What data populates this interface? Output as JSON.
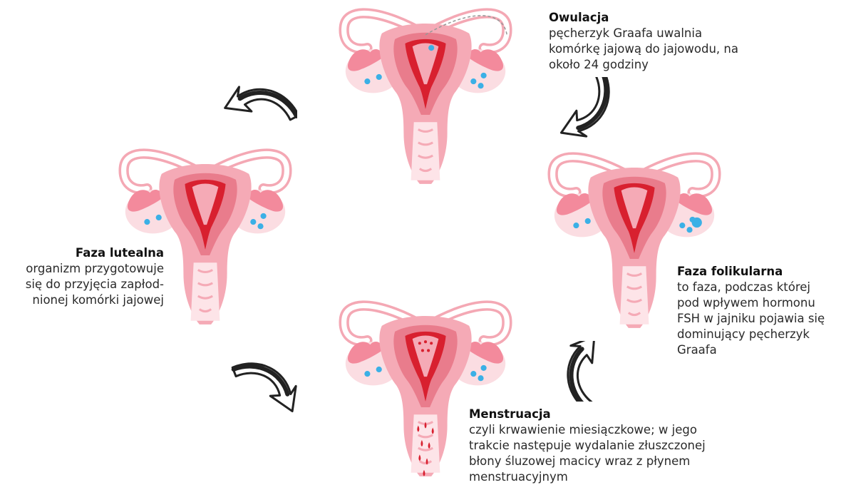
{
  "colors": {
    "tube": "#f4a8b4",
    "uterus_outer": "#f5aab6",
    "uterus_inner": "#e97c8c",
    "lining": "#d8202f",
    "ovary": "#fbdde2",
    "fimbriae": "#f38a9c",
    "egg": "#3bb0e6",
    "arrow": "#222222",
    "arrow_fill": "#ffffff"
  },
  "phases": {
    "owulacja": {
      "title": "Owulacja",
      "description": "pęcherzyk Graafa uwalnia\nkomórkę jajową do jajowodu, na\nokoło 24 godziny"
    },
    "folikularna": {
      "title": "Faza folikularna",
      "description": "to faza, podczas której\npod wpływem hormonu\nFSH w jajniku pojawia się\ndominujący pęcherzyk\nGraafa"
    },
    "menstruacja": {
      "title": "Menstruacja",
      "description": "czyli krwawienie miesiączkowe; w jego\ntrakcie następuje wydalanie złuszczonej\nbłony śluzowej macicy wraz z płynem\nmenstruacyjnym"
    },
    "lutealna": {
      "title": "Faza lutealna",
      "description": "organizm przygotowuje\nsię do przyjęcia zapłod-\nnionej komórki jajowej"
    }
  },
  "icons": [
    "uterus-icon",
    "cycle-arrow-icon"
  ]
}
